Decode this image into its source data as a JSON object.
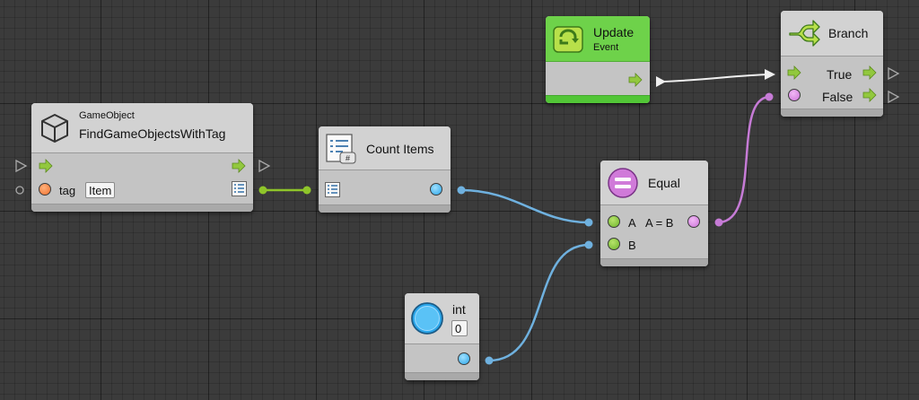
{
  "nodes": {
    "find_objects": {
      "category": "GameObject",
      "title": "FindGameObjectsWithTag",
      "param_label": "tag",
      "param_value": "Item",
      "icon": "cube-icon"
    },
    "count_items": {
      "title": "Count Items",
      "icon": "list-count-icon"
    },
    "update_event": {
      "title": "Update",
      "subtitle": "Event",
      "icon": "loop-icon"
    },
    "equal": {
      "title": "Equal",
      "input_a": "A",
      "input_b": "B",
      "output": "A = B",
      "icon": "equals-icon"
    },
    "branch": {
      "title": "Branch",
      "out_true": "True",
      "out_false": "False",
      "icon": "branch-icon"
    },
    "int_literal": {
      "title": "int",
      "value": "0",
      "icon": "blue-circle-icon"
    }
  },
  "colors": {
    "flow": "#92c83e",
    "wire_control": "#f0f0f0",
    "wire_bool": "#c67bd6",
    "wire_int": "#6fb1df",
    "wire_list": "#8fc52a",
    "update_header": "#6ed24a"
  }
}
